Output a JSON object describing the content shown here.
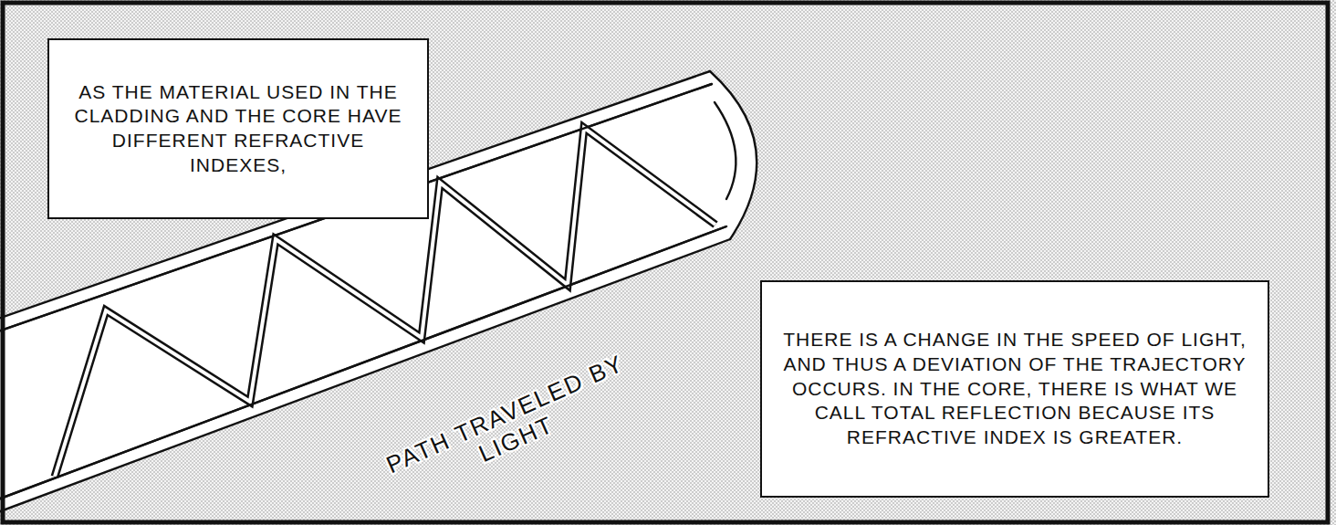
{
  "diagram": {
    "nodes": [
      {
        "text": [
          "AS THE MATERIAL USED IN THE CLADDING AND THE CORE HAVE DIFFERENT REFRACTIVE INDEXES,"
        ]
      },
      {
        "text": [
          "THERE IS A CHANGE IN THE SPEED OF LIGHT, AND THUS A DEVIATION OF THE TRAJECTORY OCCURS. IN THE CORE, THERE IS WHAT WE CALL TOTAL REFLECTION BECAUSE ITS REFRACTIVE INDEX IS GREATER."
        ]
      }
    ],
    "labels": [
      "PATH TRAVELED BY LIGHT"
    ]
  }
}
